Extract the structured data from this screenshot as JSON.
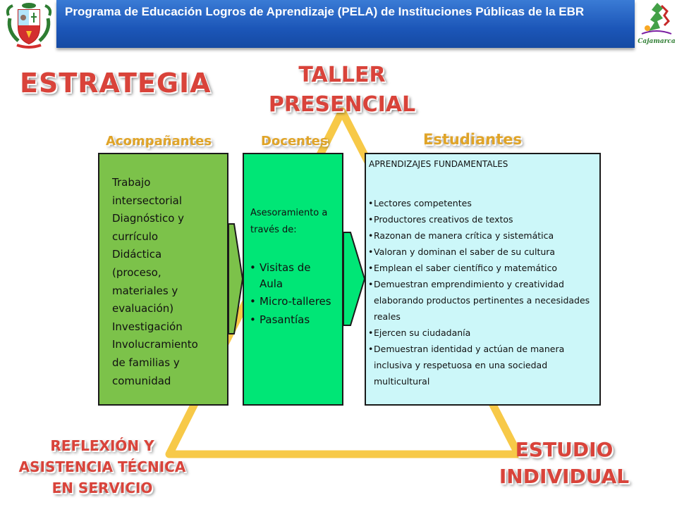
{
  "header": {
    "title": "Programa de Educación Logros de Aprendizaje (PELA) de Instituciones Públicas de la EBR",
    "logo_left": "peru-coat-of-arms-icon",
    "logo_right": "cajamarca-logo-icon",
    "logo_right_text": "Cajamarca"
  },
  "titles": {
    "strategy": "ESTRATEGIA",
    "taller": "TALLER PRESENCIAL",
    "reflexion": "REFLEXIÓN Y ASISTENCIA TÉCNICA EN SERVICIO",
    "estudio": "ESTUDIO INDIVIDUAL"
  },
  "columns": {
    "acompanantes": {
      "heading": "Acompañantes",
      "items": [
        "Trabajo",
        "intersectorial",
        "Diagnóstico y",
        "currículo",
        "Didáctica",
        "(proceso,",
        "materiales y",
        "evaluación)",
        "Investigación",
        "Involucramiento",
        "de familias y",
        "comunidad"
      ]
    },
    "docentes": {
      "heading": "Docentes",
      "intro": "Asesoramiento a través de:",
      "items": [
        "Visitas de Aula",
        "Micro-talleres",
        "Pasantías"
      ]
    },
    "estudiantes": {
      "heading": "Estudiantes",
      "intro": "APRENDIZAJES FUNDAMENTALES",
      "items": [
        "Lectores competentes",
        "Productores creativos de textos",
        "Razonan de manera crítica y sistemática",
        "Valoran y dominan el saber de su cultura",
        "Emplean el saber científico y matemático",
        "Demuestran emprendimiento y creatividad elaborando productos pertinentes a necesidades reales",
        "Ejercen su ciudadanía",
        "Demuestran identidad y actúan de manera inclusiva y respetuosa en una sociedad multicultural"
      ]
    }
  },
  "colors": {
    "header_blue": "#1c56b8",
    "title_red": "#d9433a",
    "heading_gold": "#e0a428",
    "triangle": "#f7c948",
    "box_green": "#7cc24a",
    "box_mint": "#00e676",
    "box_cyan": "#ccf7f9"
  }
}
